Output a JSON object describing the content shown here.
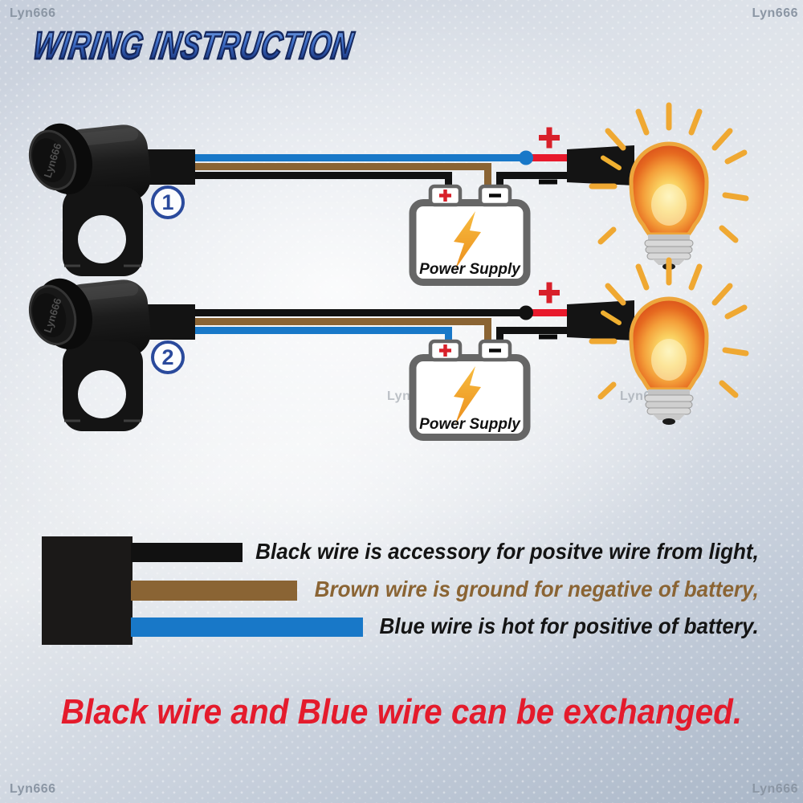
{
  "title": "WIRING INSTRUCTION",
  "watermark": {
    "text": "Lyn666"
  },
  "colors": {
    "wire_black": "#111111",
    "wire_brown": "#8a6434",
    "wire_blue": "#1878c8",
    "wire_red": "#e8192c",
    "plus_red": "#d8202a",
    "minus_black": "#0a0a0a",
    "badge_blue": "#2a4a9c",
    "note_red": "#e41b2c",
    "supply_border_gray": "#666666",
    "bolt_orange": "#f2a02c",
    "ray_gold": "#efa832"
  },
  "icons": {
    "plus_terminal": "+",
    "minus_terminal": "−",
    "lightning_bolt": "⚡",
    "circled_one": "①",
    "circled_two": "②",
    "light_bulb": "💡"
  },
  "diagrams": [
    {
      "label": "1",
      "power_supply_label": "Power Supply",
      "wires": {
        "first": "#1878c8",
        "second": "#8a6434",
        "third": "#111111"
      },
      "junction_color": "#1878c8"
    },
    {
      "label": "2",
      "power_supply_label": "Power Supply",
      "wires": {
        "first": "#111111",
        "second": "#8a6434",
        "third": "#1878c8"
      },
      "junction_color": "#111111"
    }
  ],
  "legend": {
    "items": [
      {
        "label": "Black wire is accessory for positve wire from light,",
        "text_color": "#141414",
        "bar_color": "#111111"
      },
      {
        "label": "Brown wire is ground for negative of battery,",
        "text_color": "#8a6434",
        "bar_color": "#8a6434"
      },
      {
        "label": "Blue wire is hot for positive of battery.",
        "text_color": "#141414",
        "bar_color": "#1878c8"
      }
    ]
  },
  "note": "Black wire and Blue wire can be exchanged."
}
